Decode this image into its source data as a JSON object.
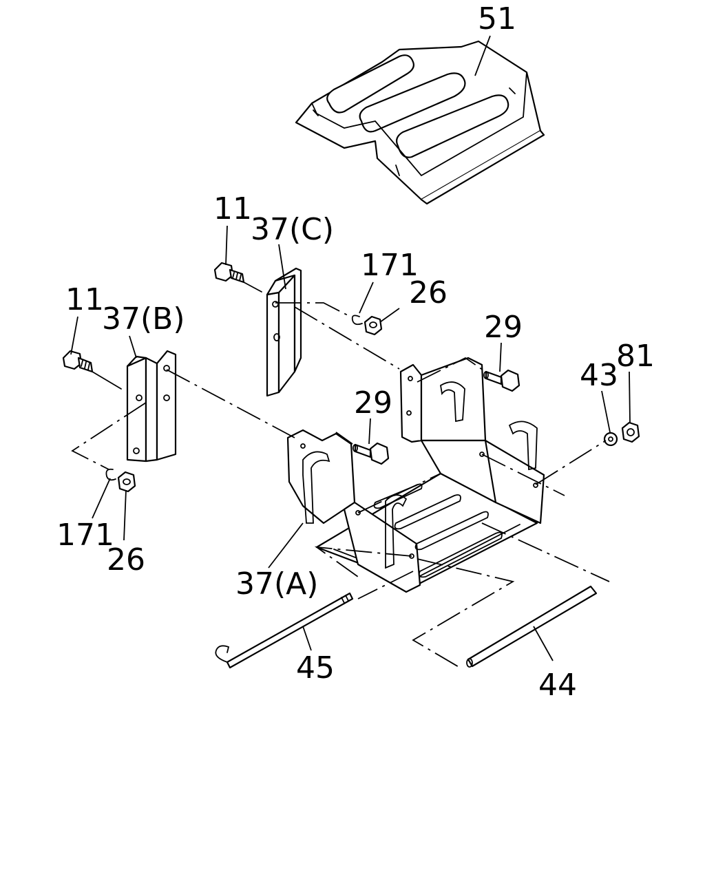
{
  "callouts": {
    "c51": "51",
    "c11_top": "11",
    "c37c": "37(C)",
    "c171_top": "171",
    "c26_top": "26",
    "c11_left": "11",
    "c37b": "37(B)",
    "c29_right": "29",
    "c43": "43",
    "c81": "81",
    "c29_mid": "29",
    "c171_bottom": "171",
    "c26_bottom": "26",
    "c37a": "37(A)",
    "c45": "45",
    "c44": "44"
  },
  "colors": {
    "line": "#000000",
    "background": "#ffffff"
  }
}
